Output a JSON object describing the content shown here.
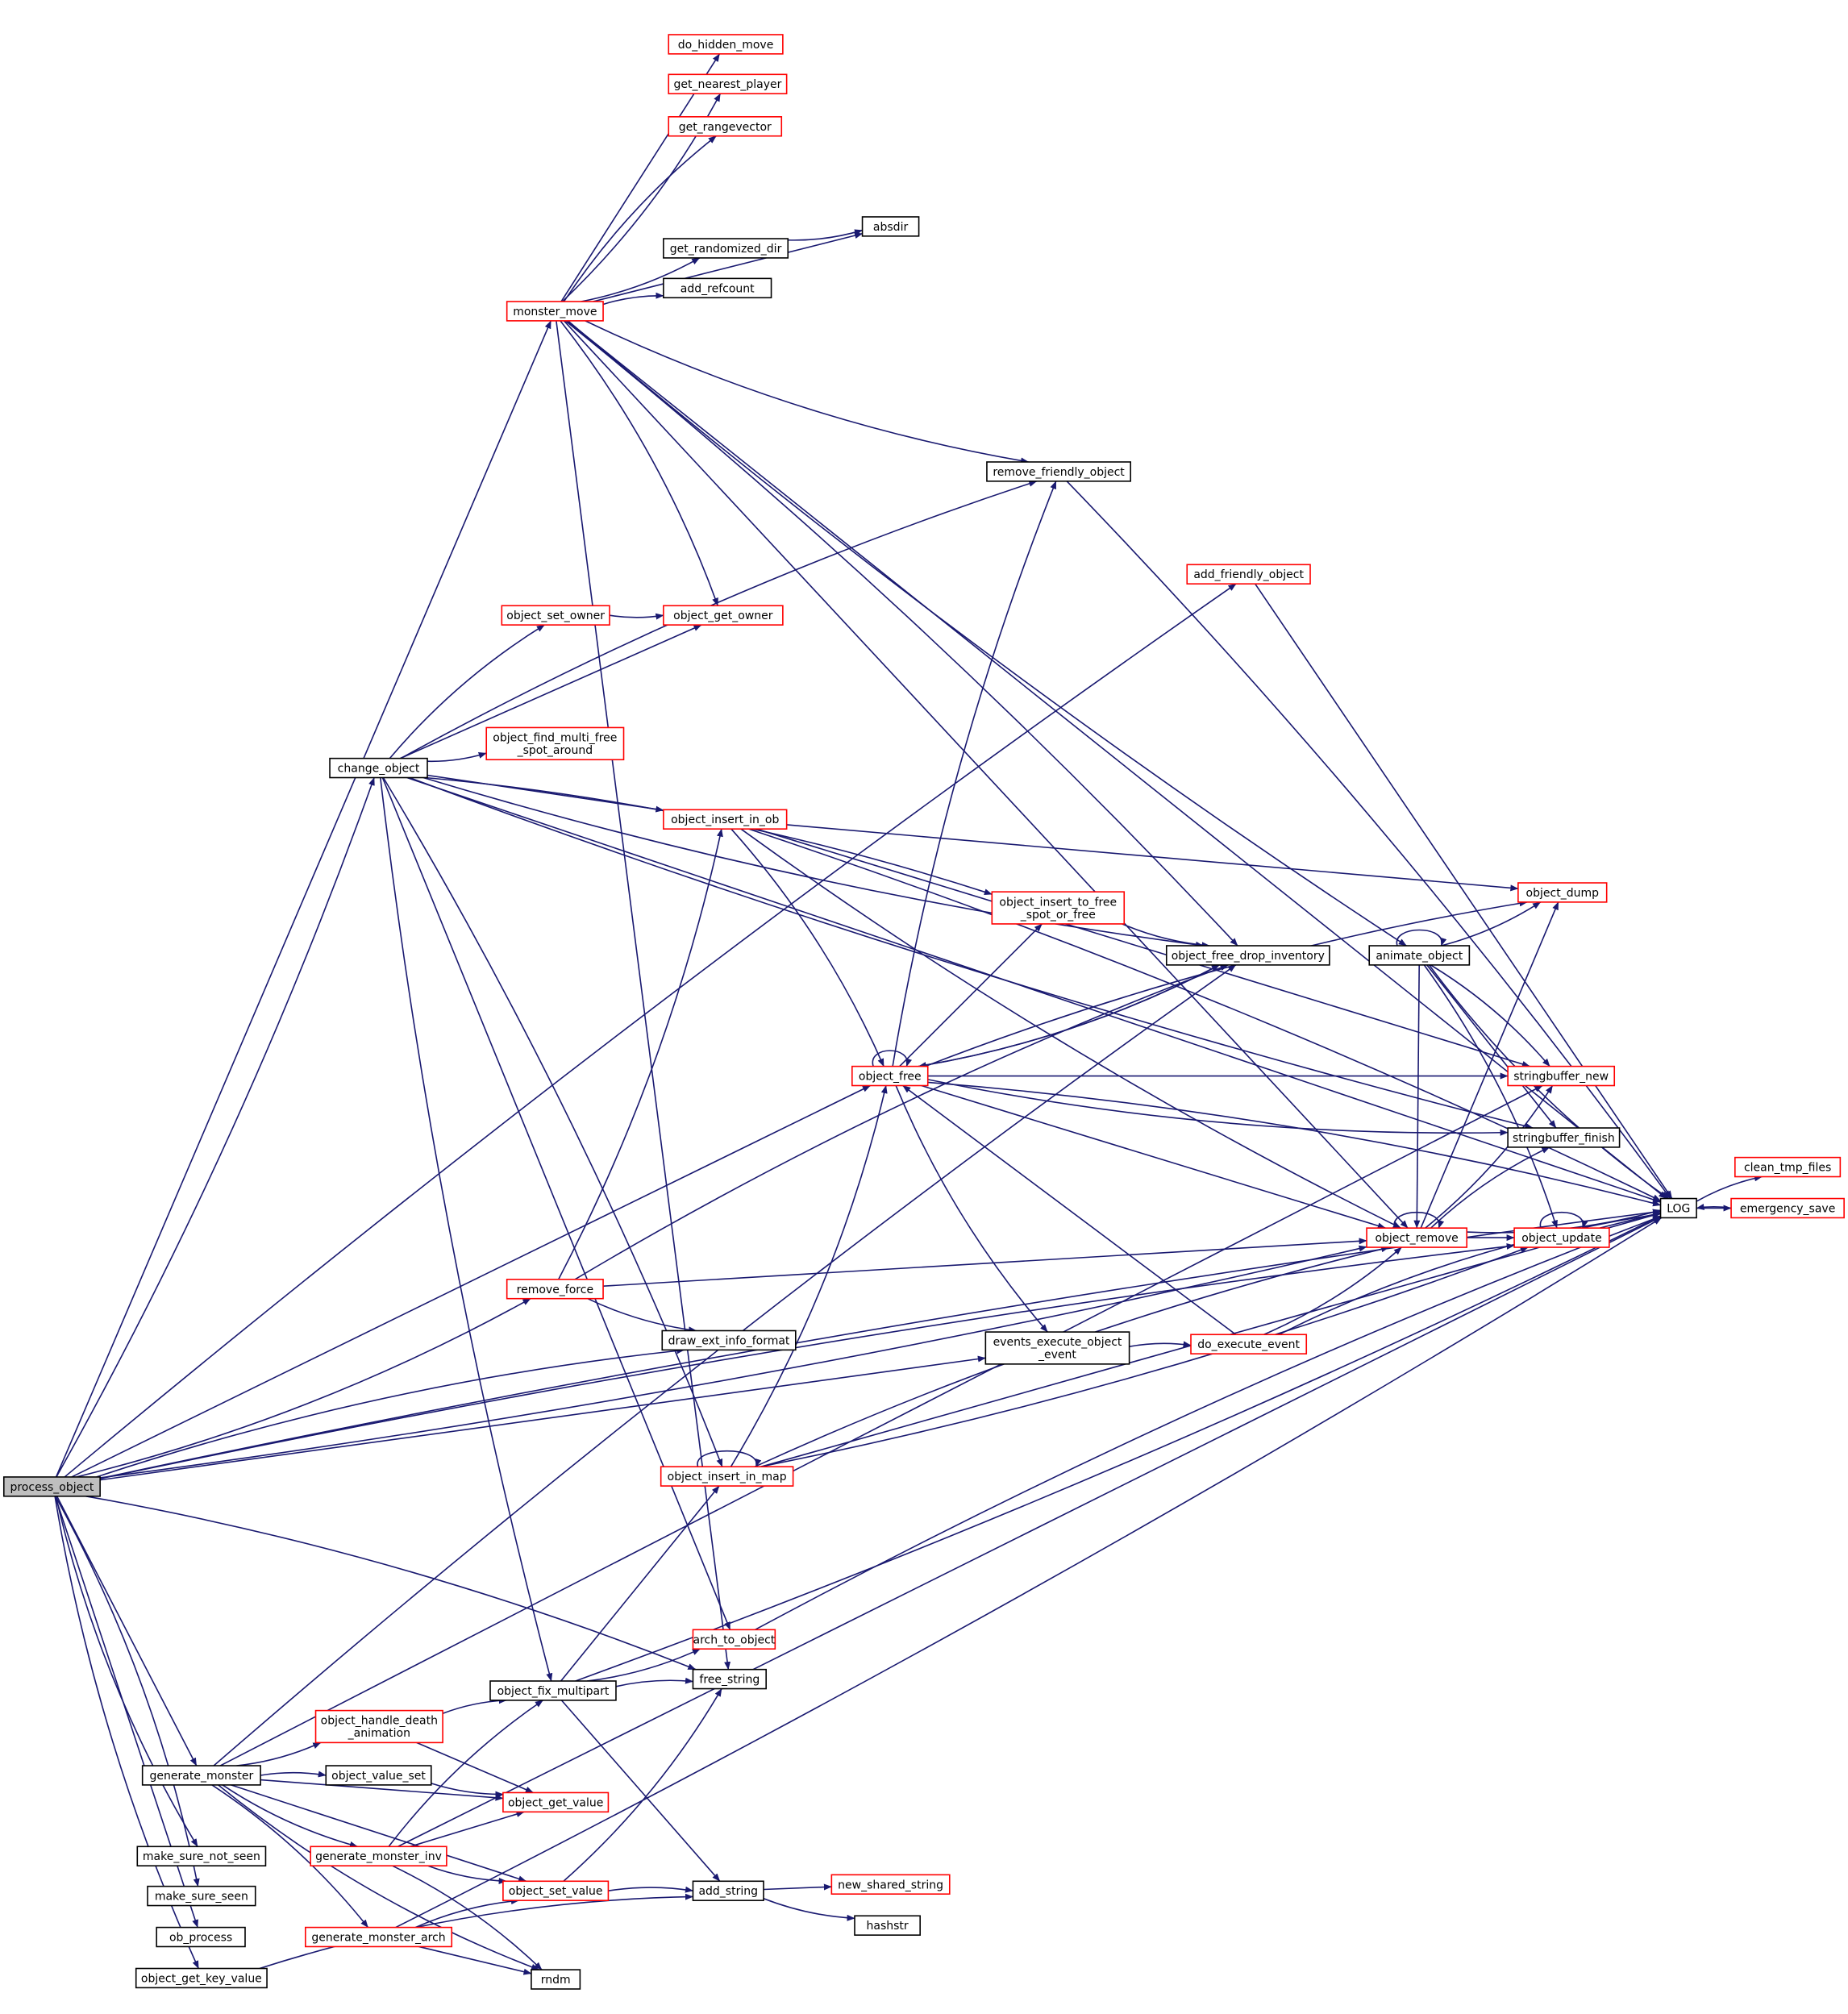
{
  "colors": {
    "edge": "#191970",
    "node_border_normal": "#000000",
    "node_border_link": "#ff0000",
    "node_fill_root": "#bfbfbf",
    "node_fill": "#ffffff"
  },
  "nodes": [
    {
      "id": "process_object",
      "label": "process_object",
      "style": "root"
    },
    {
      "id": "monster_move",
      "label": "monster_move",
      "style": "red"
    },
    {
      "id": "do_hidden_move",
      "label": "do_hidden_move",
      "style": "red"
    },
    {
      "id": "get_nearest_player",
      "label": "get_nearest_player",
      "style": "red"
    },
    {
      "id": "get_rangevector",
      "label": "get_rangevector",
      "style": "red"
    },
    {
      "id": "absdir",
      "label": "absdir",
      "style": "black"
    },
    {
      "id": "get_randomized_dir",
      "label": "get_randomized_dir",
      "style": "black"
    },
    {
      "id": "add_refcount",
      "label": "add_refcount",
      "style": "black"
    },
    {
      "id": "remove_friendly_object",
      "label": "remove_friendly_object",
      "style": "black"
    },
    {
      "id": "add_friendly_object",
      "label": "add_friendly_object",
      "style": "red"
    },
    {
      "id": "object_set_owner",
      "label": "object_set_owner",
      "style": "red"
    },
    {
      "id": "object_get_owner",
      "label": "object_get_owner",
      "style": "red"
    },
    {
      "id": "change_object",
      "label": "change_object",
      "style": "black"
    },
    {
      "id": "object_find_multi_free_spot_around",
      "label": "object_find_multi_free\n_spot_around",
      "style": "red"
    },
    {
      "id": "object_insert_in_ob",
      "label": "object_insert_in_ob",
      "style": "red"
    },
    {
      "id": "object_insert_to_free_spot_or_free",
      "label": "object_insert_to_free\n_spot_or_free",
      "style": "red"
    },
    {
      "id": "object_free_drop_inventory",
      "label": "object_free_drop_inventory",
      "style": "black"
    },
    {
      "id": "object_dump",
      "label": "object_dump",
      "style": "red"
    },
    {
      "id": "animate_object",
      "label": "animate_object",
      "style": "black"
    },
    {
      "id": "object_free",
      "label": "object_free",
      "style": "red"
    },
    {
      "id": "stringbuffer_new",
      "label": "stringbuffer_new",
      "style": "red"
    },
    {
      "id": "stringbuffer_finish",
      "label": "stringbuffer_finish",
      "style": "black"
    },
    {
      "id": "clean_tmp_files",
      "label": "clean_tmp_files",
      "style": "red"
    },
    {
      "id": "LOG",
      "label": "LOG",
      "style": "black"
    },
    {
      "id": "emergency_save",
      "label": "emergency_save",
      "style": "red"
    },
    {
      "id": "object_remove",
      "label": "object_remove",
      "style": "red"
    },
    {
      "id": "object_update",
      "label": "object_update",
      "style": "red"
    },
    {
      "id": "remove_force",
      "label": "remove_force",
      "style": "red"
    },
    {
      "id": "draw_ext_info_format",
      "label": "draw_ext_info_format",
      "style": "black"
    },
    {
      "id": "events_execute_object_event",
      "label": "events_execute_object\n_event",
      "style": "black"
    },
    {
      "id": "do_execute_event",
      "label": "do_execute_event",
      "style": "red"
    },
    {
      "id": "object_insert_in_map",
      "label": "object_insert_in_map",
      "style": "red"
    },
    {
      "id": "arch_to_object",
      "label": "arch_to_object",
      "style": "red"
    },
    {
      "id": "free_string",
      "label": "free_string",
      "style": "black"
    },
    {
      "id": "object_fix_multipart",
      "label": "object_fix_multipart",
      "style": "black"
    },
    {
      "id": "object_handle_death_animation",
      "label": "object_handle_death\n_animation",
      "style": "red"
    },
    {
      "id": "generate_monster",
      "label": "generate_monster",
      "style": "black"
    },
    {
      "id": "object_value_set",
      "label": "object_value_set",
      "style": "black"
    },
    {
      "id": "object_get_value",
      "label": "object_get_value",
      "style": "red"
    },
    {
      "id": "generate_monster_inv",
      "label": "generate_monster_inv",
      "style": "red"
    },
    {
      "id": "make_sure_not_seen",
      "label": "make_sure_not_seen",
      "style": "black"
    },
    {
      "id": "object_set_value",
      "label": "object_set_value",
      "style": "red"
    },
    {
      "id": "add_string",
      "label": "add_string",
      "style": "black"
    },
    {
      "id": "new_shared_string",
      "label": "new_shared_string",
      "style": "red"
    },
    {
      "id": "make_sure_seen",
      "label": "make_sure_seen",
      "style": "black"
    },
    {
      "id": "hashstr",
      "label": "hashstr",
      "style": "black"
    },
    {
      "id": "ob_process",
      "label": "ob_process",
      "style": "black"
    },
    {
      "id": "generate_monster_arch",
      "label": "generate_monster_arch",
      "style": "red"
    },
    {
      "id": "object_get_key_value",
      "label": "object_get_key_value",
      "style": "black"
    },
    {
      "id": "rndm",
      "label": "rndm",
      "style": "black"
    }
  ],
  "edges": [
    [
      "process_object",
      "LOG"
    ],
    [
      "process_object",
      "monster_move"
    ],
    [
      "process_object",
      "change_object"
    ],
    [
      "process_object",
      "add_friendly_object"
    ],
    [
      "process_object",
      "object_free"
    ],
    [
      "process_object",
      "remove_force"
    ],
    [
      "process_object",
      "draw_ext_info_format"
    ],
    [
      "process_object",
      "events_execute_object_event"
    ],
    [
      "process_object",
      "object_remove"
    ],
    [
      "process_object",
      "free_string"
    ],
    [
      "process_object",
      "generate_monster"
    ],
    [
      "process_object",
      "make_sure_not_seen"
    ],
    [
      "process_object",
      "make_sure_seen"
    ],
    [
      "process_object",
      "ob_process"
    ],
    [
      "process_object",
      "object_get_key_value"
    ],
    [
      "process_object",
      "object_update"
    ],
    [
      "monster_move",
      "do_hidden_move"
    ],
    [
      "monster_move",
      "get_nearest_player"
    ],
    [
      "monster_move",
      "get_rangevector"
    ],
    [
      "monster_move",
      "absdir"
    ],
    [
      "monster_move",
      "get_randomized_dir"
    ],
    [
      "monster_move",
      "add_refcount"
    ],
    [
      "monster_move",
      "LOG"
    ],
    [
      "monster_move",
      "animate_object"
    ],
    [
      "monster_move",
      "object_free_drop_inventory"
    ],
    [
      "monster_move",
      "object_remove"
    ],
    [
      "monster_move",
      "remove_friendly_object"
    ],
    [
      "monster_move",
      "object_get_owner"
    ],
    [
      "monster_move",
      "free_string"
    ],
    [
      "get_randomized_dir",
      "absdir"
    ],
    [
      "remove_friendly_object",
      "LOG"
    ],
    [
      "add_friendly_object",
      "LOG"
    ],
    [
      "object_set_owner",
      "object_get_owner"
    ],
    [
      "change_object",
      "remove_friendly_object"
    ],
    [
      "change_object",
      "LOG"
    ],
    [
      "change_object",
      "object_free_drop_inventory"
    ],
    [
      "change_object",
      "object_set_owner"
    ],
    [
      "change_object",
      "object_get_owner"
    ],
    [
      "change_object",
      "object_find_multi_free_spot_around"
    ],
    [
      "change_object",
      "object_insert_to_free_spot_or_free"
    ],
    [
      "change_object",
      "object_insert_in_ob"
    ],
    [
      "change_object",
      "stringbuffer_finish"
    ],
    [
      "change_object",
      "object_insert_in_map"
    ],
    [
      "change_object",
      "arch_to_object"
    ],
    [
      "change_object",
      "object_fix_multipart"
    ],
    [
      "object_insert_in_ob",
      "LOG"
    ],
    [
      "object_insert_in_ob",
      "object_dump"
    ],
    [
      "object_insert_in_ob",
      "object_remove"
    ],
    [
      "object_insert_in_ob",
      "object_free"
    ],
    [
      "object_insert_in_ob",
      "stringbuffer_new"
    ],
    [
      "object_insert_to_free_spot_or_free",
      "object_free_drop_inventory"
    ],
    [
      "object_free_drop_inventory",
      "object_free"
    ],
    [
      "animate_object",
      "animate_object"
    ],
    [
      "animate_object",
      "object_dump"
    ],
    [
      "animate_object",
      "stringbuffer_new"
    ],
    [
      "animate_object",
      "stringbuffer_finish"
    ],
    [
      "animate_object",
      "LOG"
    ],
    [
      "animate_object",
      "object_update"
    ],
    [
      "animate_object",
      "object_remove"
    ],
    [
      "object_free",
      "object_free"
    ],
    [
      "object_free",
      "remove_friendly_object"
    ],
    [
      "object_free",
      "object_insert_to_free_spot_or_free"
    ],
    [
      "object_free",
      "object_free_drop_inventory"
    ],
    [
      "object_free",
      "object_dump"
    ],
    [
      "object_free",
      "stringbuffer_new"
    ],
    [
      "object_free",
      "stringbuffer_finish"
    ],
    [
      "object_free",
      "LOG"
    ],
    [
      "object_free",
      "object_remove"
    ],
    [
      "object_free",
      "events_execute_object_event"
    ],
    [
      "LOG",
      "clean_tmp_files"
    ],
    [
      "LOG",
      "emergency_save"
    ],
    [
      "emergency_save",
      "LOG"
    ],
    [
      "object_remove",
      "object_remove"
    ],
    [
      "object_remove",
      "object_dump"
    ],
    [
      "object_remove",
      "stringbuffer_new"
    ],
    [
      "object_remove",
      "stringbuffer_finish"
    ],
    [
      "object_remove",
      "object_update"
    ],
    [
      "object_remove",
      "LOG"
    ],
    [
      "object_update",
      "object_update"
    ],
    [
      "object_update",
      "LOG"
    ],
    [
      "remove_force",
      "object_insert_in_ob"
    ],
    [
      "remove_force",
      "object_free_drop_inventory"
    ],
    [
      "remove_force",
      "object_remove"
    ],
    [
      "remove_force",
      "draw_ext_info_format"
    ],
    [
      "events_execute_object_event",
      "do_execute_event"
    ],
    [
      "do_execute_event",
      "object_free"
    ],
    [
      "do_execute_event",
      "object_remove"
    ],
    [
      "do_execute_event",
      "LOG"
    ],
    [
      "object_insert_in_map",
      "object_insert_in_map"
    ],
    [
      "object_insert_in_map",
      "object_free"
    ],
    [
      "object_insert_in_map",
      "object_remove"
    ],
    [
      "object_insert_in_map",
      "LOG"
    ],
    [
      "object_insert_in_map",
      "object_update"
    ],
    [
      "arch_to_object",
      "LOG"
    ],
    [
      "object_fix_multipart",
      "object_insert_in_map"
    ],
    [
      "object_fix_multipart",
      "arch_to_object"
    ],
    [
      "object_fix_multipart",
      "free_string"
    ],
    [
      "object_fix_multipart",
      "add_string"
    ],
    [
      "object_fix_multipart",
      "LOG"
    ],
    [
      "object_handle_death_animation",
      "object_fix_multipart"
    ],
    [
      "object_handle_death_animation",
      "object_get_value"
    ],
    [
      "generate_monster",
      "object_handle_death_animation"
    ],
    [
      "generate_monster",
      "object_value_set"
    ],
    [
      "generate_monster",
      "object_get_value"
    ],
    [
      "generate_monster",
      "generate_monster_inv"
    ],
    [
      "generate_monster",
      "generate_monster_arch"
    ],
    [
      "generate_monster",
      "object_set_value"
    ],
    [
      "generate_monster",
      "rndm"
    ],
    [
      "generate_monster",
      "object_free_drop_inventory"
    ],
    [
      "generate_monster",
      "stringbuffer_new"
    ],
    [
      "object_value_set",
      "object_get_value"
    ],
    [
      "generate_monster_inv",
      "object_fix_multipart"
    ],
    [
      "generate_monster_inv",
      "object_get_value"
    ],
    [
      "generate_monster_inv",
      "object_set_value"
    ],
    [
      "generate_monster_inv",
      "rndm"
    ],
    [
      "generate_monster_inv",
      "LOG"
    ],
    [
      "object_set_value",
      "free_string"
    ],
    [
      "object_set_value",
      "add_string"
    ],
    [
      "add_string",
      "new_shared_string"
    ],
    [
      "add_string",
      "hashstr"
    ],
    [
      "generate_monster_arch",
      "object_set_value"
    ],
    [
      "generate_monster_arch",
      "rndm"
    ],
    [
      "generate_monster_arch",
      "LOG"
    ],
    [
      "object_get_key_value",
      "add_string"
    ]
  ]
}
